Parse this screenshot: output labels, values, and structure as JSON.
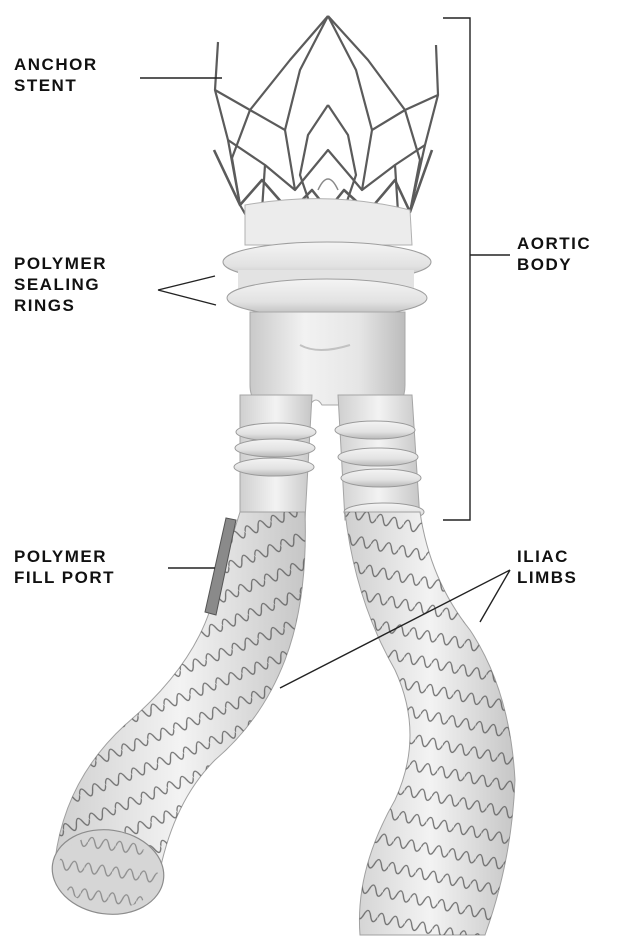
{
  "labels": {
    "anchor_stent": [
      "ANCHOR",
      "STENT"
    ],
    "aortic_body": [
      "AORTIC",
      "BODY"
    ],
    "sealing_rings": [
      "POLYMER",
      "SEALING",
      "RINGS"
    ],
    "fill_port": [
      "POLYMER",
      "FILL PORT"
    ],
    "iliac_limbs": [
      "ILIAC",
      "LIMBS"
    ]
  },
  "colors": {
    "background": "#ffffff",
    "graft": "#e9e9e9",
    "graft_shadow": "#bdbdbd",
    "stent_wire": "#555555",
    "leader_line": "#222222",
    "label_text": "#111111"
  }
}
